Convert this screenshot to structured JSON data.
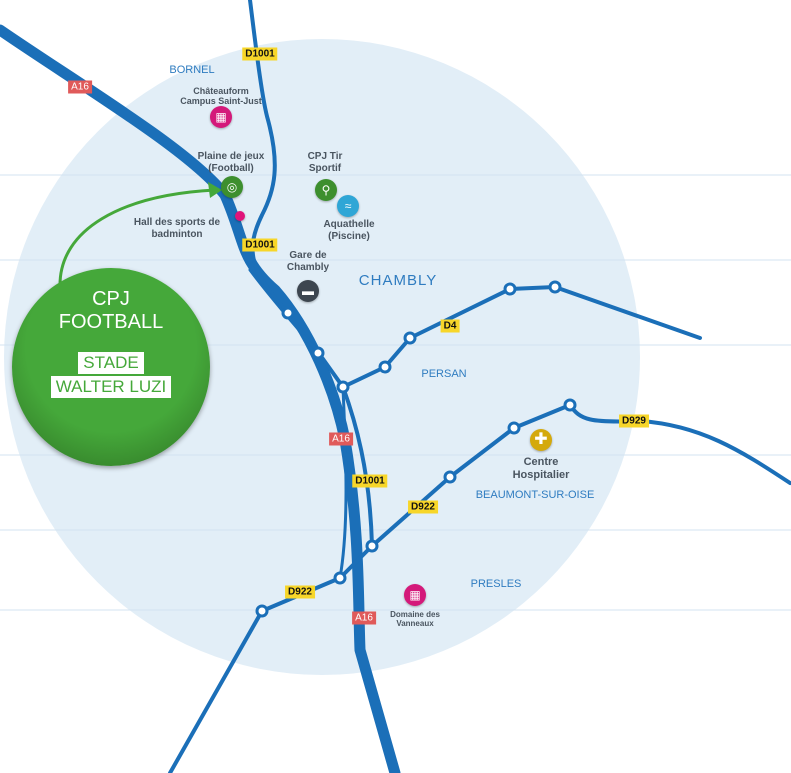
{
  "towns": {
    "bornel": "BORNEL",
    "chambly": "CHAMBLY",
    "persan": "PERSAN",
    "beaumont": "BEAUMONT-SUR-OISE",
    "presles": "PRESLES"
  },
  "roads": {
    "a16": "A16",
    "d1001": "D1001",
    "d4": "D4",
    "d922": "D922",
    "d929": "D929"
  },
  "poi": {
    "chateauform": "Châteauform Campus Saint-Just",
    "plaine": "Plaine de jeux (Football)",
    "hall": "Hall des sports de badminton",
    "tir": "CPJ Tir Sportif",
    "aquathelle": "Aquathelle (Piscine)",
    "gare": "Gare de Chambly",
    "hopital": "Centre Hospitalier",
    "vanneaux": "Domaine des Vanneaux"
  },
  "badge": {
    "line1": "CPJ",
    "line2": "FOOTBALL",
    "line3": "STADE",
    "line4": "WALTER LUZI"
  },
  "colors": {
    "road": "#1b6fb8",
    "area": "#e2eef7",
    "accent": "#45a83a"
  }
}
